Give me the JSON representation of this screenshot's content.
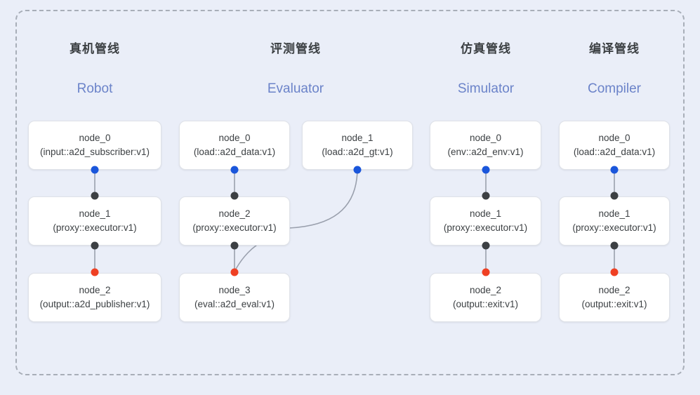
{
  "frame": {
    "border_style": "dashed",
    "border_color": "#a8aeb8",
    "background": "#eaeef8"
  },
  "colors": {
    "port_blue": "#1a56db",
    "port_black": "#3c4043",
    "port_red": "#ef4023",
    "edge": "#9aa0ad",
    "title_cn": "#3c4043",
    "title_en": "#6b83c9",
    "node_bg": "#ffffff",
    "node_border": "#dfe2e8"
  },
  "columns": [
    {
      "id": "robot",
      "title_cn": "真机管线",
      "title_en": "Robot",
      "nodes": [
        {
          "name": "node_0",
          "type": "(input::a2d_subscriber:v1)"
        },
        {
          "name": "node_1",
          "type": "(proxy::executor:v1)"
        },
        {
          "name": "node_2",
          "type": "(output::a2d_publisher:v1)"
        }
      ]
    },
    {
      "id": "evaluator",
      "title_cn": "评测管线",
      "title_en": "Evaluator",
      "nodes": [
        {
          "name": "node_0",
          "type": "(load::a2d_data:v1)"
        },
        {
          "name": "node_1",
          "type": "(load::a2d_gt:v1)"
        },
        {
          "name": "node_2",
          "type": "(proxy::executor:v1)"
        },
        {
          "name": "node_3",
          "type": "(eval::a2d_eval:v1)"
        }
      ]
    },
    {
      "id": "simulator",
      "title_cn": "仿真管线",
      "title_en": "Simulator",
      "nodes": [
        {
          "name": "node_0",
          "type": "(env::a2d_env:v1)"
        },
        {
          "name": "node_1",
          "type": "(proxy::executor:v1)"
        },
        {
          "name": "node_2",
          "type": "(output::exit:v1)"
        }
      ]
    },
    {
      "id": "compiler",
      "title_cn": "编译管线",
      "title_en": "Compiler",
      "nodes": [
        {
          "name": "node_0",
          "type": "(load::a2d_data:v1)"
        },
        {
          "name": "node_1",
          "type": "(proxy::executor:v1)"
        },
        {
          "name": "node_2",
          "type": "(output::exit:v1)"
        }
      ]
    }
  ]
}
